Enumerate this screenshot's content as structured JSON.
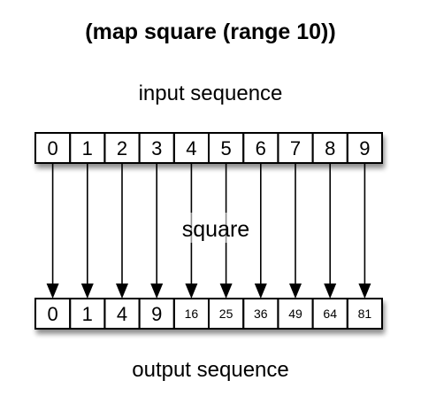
{
  "title": "(map square (range 10))",
  "input_label": "input sequence",
  "function_label": "square",
  "output_label": "output sequence",
  "input_values": [
    "0",
    "1",
    "2",
    "3",
    "4",
    "5",
    "6",
    "7",
    "8",
    "9"
  ],
  "output_values": [
    "0",
    "1",
    "4",
    "9",
    "16",
    "25",
    "36",
    "49",
    "64",
    "81"
  ],
  "colors": {
    "cell_border": "#000000",
    "cell_fill": "#ffffff",
    "arrow": "#000000",
    "shadow": "#9a9a9a"
  }
}
